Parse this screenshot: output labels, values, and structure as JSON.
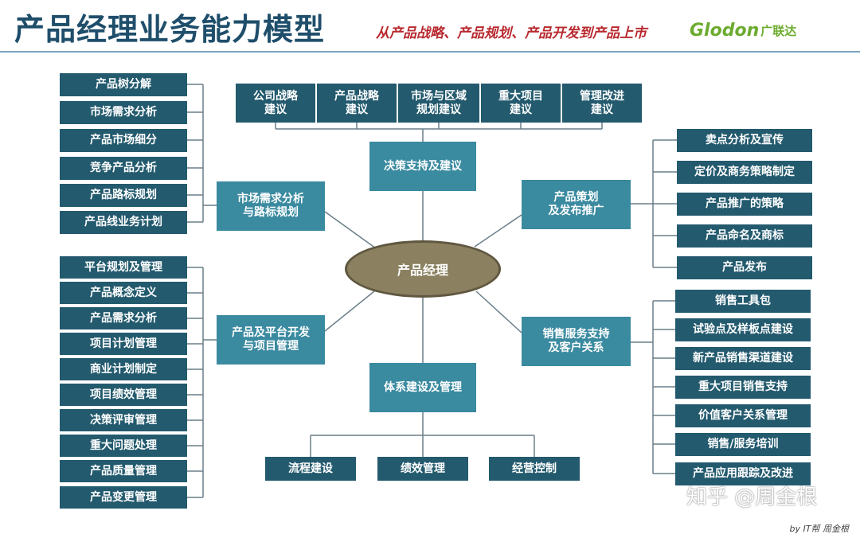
{
  "header": {
    "title": "产品经理业务能力模型",
    "subtitle": "从产品战略、产品规划、产品开发到产品上市",
    "logo_latin": "Glodon",
    "logo_cn": "广联达"
  },
  "center": {
    "label": "产品经理"
  },
  "hubs": {
    "decision": "决策支持及建议",
    "market": "市场需求分析\n与路标规划",
    "planning": "产品策划\n及发布推广",
    "development": "产品及平台开发\n与项目管理",
    "sales": "销售服务支持\n及客户关系",
    "system": "体系建设及管理"
  },
  "top_items": [
    "公司战略\n建议",
    "产品战略\n建议",
    "市场与区域\n规划建议",
    "重大项目\n建议",
    "管理改进\n建议"
  ],
  "left_top_items": [
    "产品树分解",
    "市场需求分析",
    "产品市场细分",
    "竞争产品分析",
    "产品路标规划",
    "产品线业务计划"
  ],
  "left_bottom_items": [
    "平台规划及管理",
    "产品概念定义",
    "产品需求分析",
    "项目计划管理",
    "商业计划制定",
    "项目绩效管理",
    "决策评审管理",
    "重大问题处理",
    "产品质量管理",
    "产品变更管理"
  ],
  "right_top_items": [
    "卖点分析及宣传",
    "定价及商务策略制定",
    "产品推广的策略",
    "产品命名及商标",
    "产品发布"
  ],
  "right_bottom_items": [
    "销售工具包",
    "试验点及样板点建设",
    "新产品销售渠道建设",
    "重大项目销售支持",
    "价值客户关系管理",
    "销售/服务培训",
    "产品应用跟踪及改进"
  ],
  "bottom_items": [
    "流程建设",
    "绩效管理",
    "经营控制"
  ],
  "footer": {
    "watermark": "知乎 @周金根",
    "byline": "by IT帮 周金根"
  },
  "colors": {
    "leaf": "#235a6e",
    "hub": "#3a8aa0",
    "center": "#8b8160",
    "title": "#1f4e6b",
    "subtitle": "#b8292e",
    "logo": "#6cab2e"
  }
}
